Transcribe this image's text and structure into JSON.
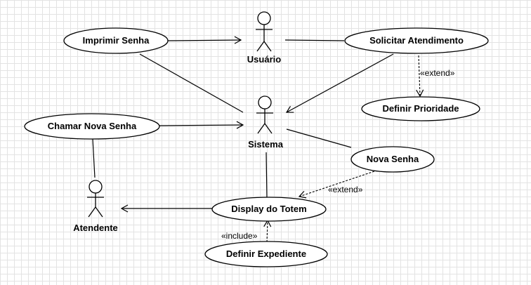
{
  "actors": {
    "usuario": "Usuário",
    "sistema": "Sistema",
    "atendente": "Atendente"
  },
  "use_cases": {
    "imprimir_senha": "Imprimir Senha",
    "solicitar_atendimento": "Solicitar Atendimento",
    "definir_prioridade": "Definir Prioridade",
    "chamar_nova_senha": "Chamar Nova Senha",
    "nova_senha": "Nova Senha",
    "display_do_totem": "Display do Totem",
    "definir_expediente": "Definir Expediente"
  },
  "stereotypes": {
    "extend_prioridade": "«extend»",
    "extend_nova_senha": "«extend»",
    "include_expediente": "«include»"
  }
}
